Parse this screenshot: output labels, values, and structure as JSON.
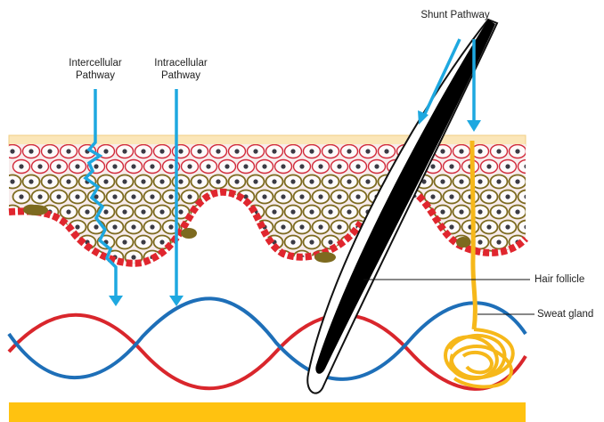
{
  "labels": {
    "intercellular_line1": "Intercellular",
    "intercellular_line2": "Pathway",
    "intracellular_line1": "Intracellular",
    "intracellular_line2": "Pathway",
    "shunt": "Shunt Pathway",
    "hair_follicle": "Hair follicle",
    "sweat_gland": "Sweat gland"
  },
  "colors": {
    "arrow": "#1ea8e0",
    "cell_outline_upper": "#d12a3a",
    "cell_outline_lower": "#7d6a1f",
    "basal_layer": "#e0262e",
    "vessel_red": "#d9262c",
    "vessel_blue": "#1e6fb8",
    "hair_fill": "#000000",
    "sweat_gland": "#f6b81a",
    "subcutis": "#ffc210",
    "stratum_corneum": "#fbe6b8"
  }
}
